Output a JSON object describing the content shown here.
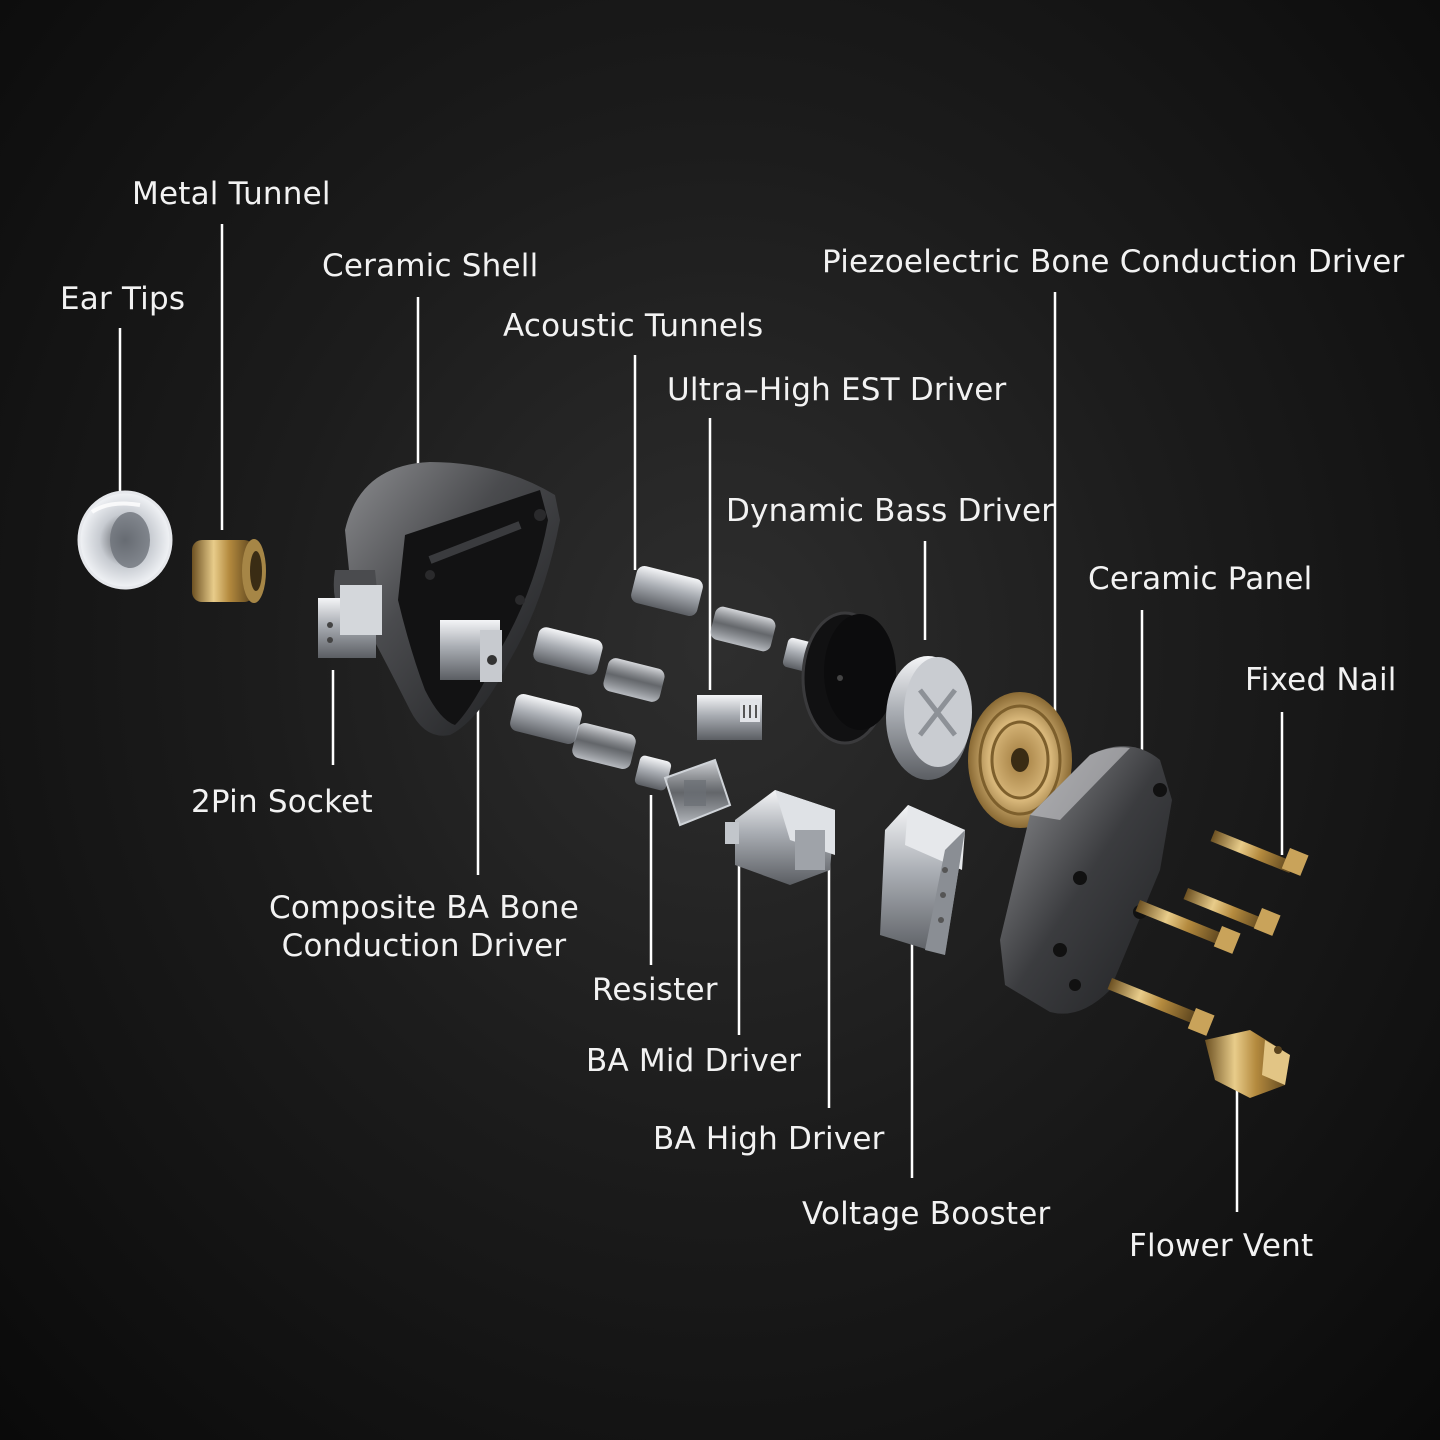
{
  "labels": {
    "ear_tips": "Ear Tips",
    "metal_tunnel": "Metal Tunnel",
    "ceramic_shell": "Ceramic Shell",
    "acoustic_tunnels": "Acoustic Tunnels",
    "ultra_high_est_driver": "Ultra–High EST Driver",
    "dynamic_bass_driver": "Dynamic Bass Driver",
    "piezo_driver": "Piezoelectric Bone Conduction Driver",
    "ceramic_panel": "Ceramic Panel",
    "fixed_nail": "Fixed Nail",
    "pin_socket": "2Pin Socket",
    "composite_ba_line1": "Composite BA Bone",
    "composite_ba_line2": "Conduction Driver",
    "resister": "Resister",
    "ba_mid_driver": "BA Mid Driver",
    "ba_high_driver": "BA High Driver",
    "voltage_booster": "Voltage Booster",
    "flower_vent": "Flower Vent"
  },
  "colors": {
    "text": "#f2f2f2",
    "line": "#ffffff",
    "brass": "#c9a35a",
    "metal": "#b8bcc2",
    "ceramic": "#3a3b3e"
  }
}
